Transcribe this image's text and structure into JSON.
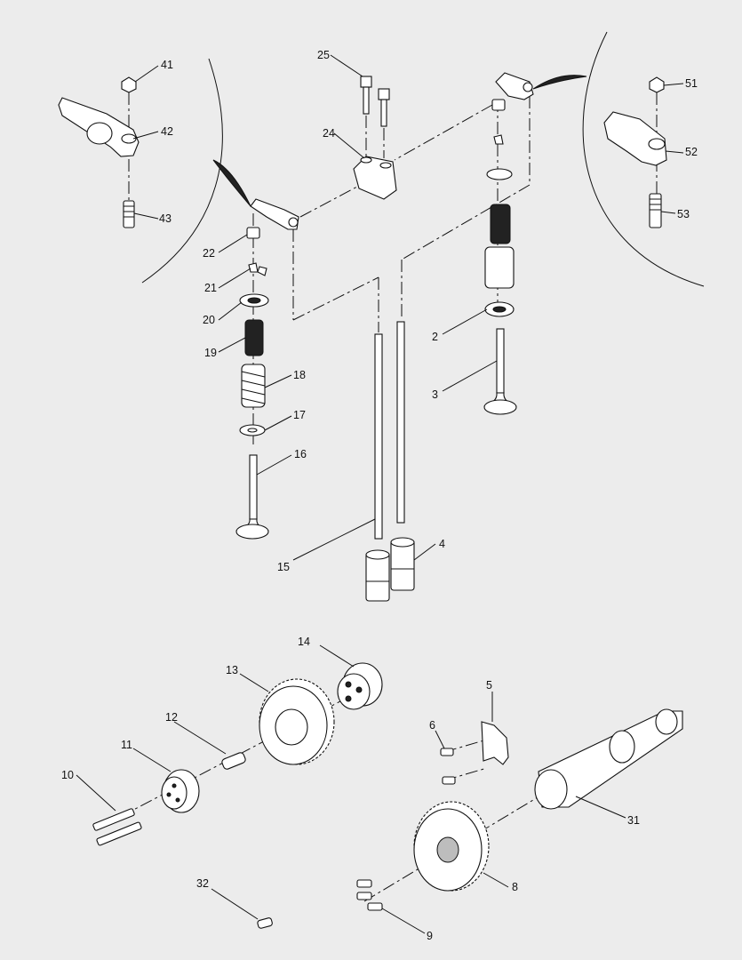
{
  "callouts": {
    "c41": "41",
    "c42": "42",
    "c43": "43",
    "c25": "25",
    "c24": "24",
    "c51": "51",
    "c52": "52",
    "c53": "53",
    "c22": "22",
    "c21": "21",
    "c20": "20",
    "c19": "19",
    "c18": "18",
    "c17": "17",
    "c16": "16",
    "c2": "2",
    "c3": "3",
    "c4": "4",
    "c15": "15",
    "c14": "14",
    "c13": "13",
    "c12": "12",
    "c11": "11",
    "c10": "10",
    "c5": "5",
    "c6": "6",
    "c31": "31",
    "c8": "8",
    "c9": "9",
    "c32": "32"
  }
}
